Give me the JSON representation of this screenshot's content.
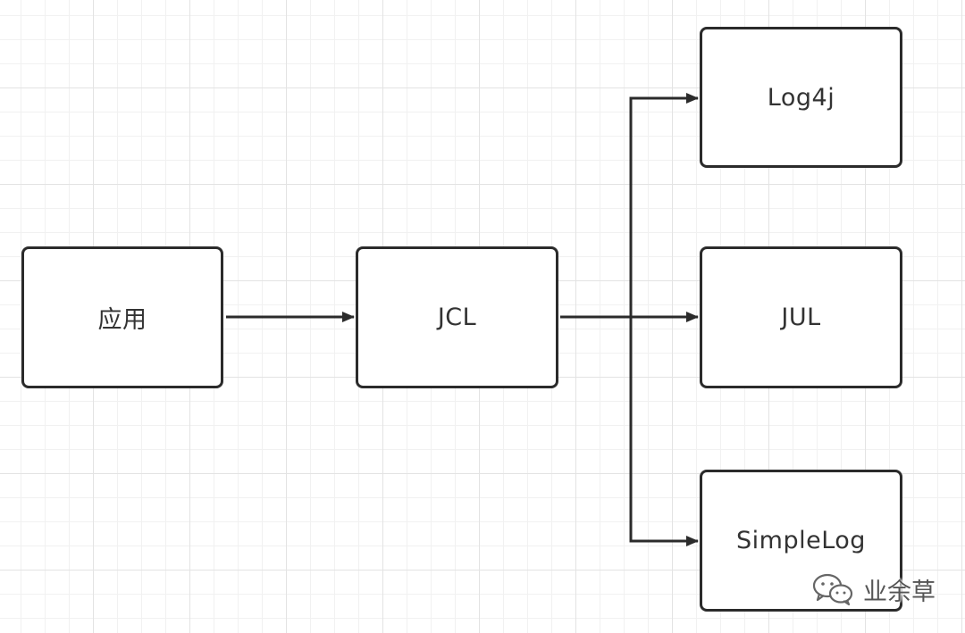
{
  "nodes": {
    "app": "应用",
    "jcl": "JCL",
    "log4j": "Log4j",
    "jul": "JUL",
    "simplelog": "SimpleLog"
  },
  "edges": [
    {
      "from": "应用",
      "to": "JCL"
    },
    {
      "from": "JCL",
      "to": "Log4j"
    },
    {
      "from": "JCL",
      "to": "JUL"
    },
    {
      "from": "JCL",
      "to": "SimpleLog"
    }
  ],
  "watermark": {
    "icon": "wechat-icon",
    "text": "业余草"
  },
  "colors": {
    "stroke": "#2b2b2b",
    "grid": "#e3e3e3",
    "background": "#ffffff"
  }
}
